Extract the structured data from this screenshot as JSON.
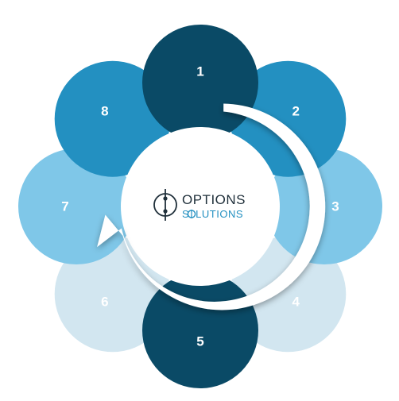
{
  "diagram": {
    "steps": [
      {
        "label": "1",
        "color": "#0a4a66",
        "text_color": "#ffffff"
      },
      {
        "label": "2",
        "color": "#2390c1",
        "text_color": "#ffffff"
      },
      {
        "label": "3",
        "color": "#7fc7e8",
        "text_color": "#ffffff"
      },
      {
        "label": "4",
        "color": "#d2e6f0",
        "text_color": "#ffffff"
      },
      {
        "label": "5",
        "color": "#0a4a66",
        "text_color": "#ffffff"
      },
      {
        "label": "6",
        "color": "#d2e6f0",
        "text_color": "#ffffff"
      },
      {
        "label": "7",
        "color": "#7fc7e8",
        "text_color": "#ffffff"
      },
      {
        "label": "8",
        "color": "#2390c1",
        "text_color": "#ffffff"
      }
    ],
    "draw_order": [
      3,
      5,
      6,
      2,
      7,
      1,
      0,
      4
    ],
    "arrow": {
      "direction": "clockwise",
      "color": "#ffffff"
    }
  },
  "logo": {
    "line1": "OPTIONS",
    "line2_prefix": "S",
    "line2_rest": "LUTIONS",
    "line1_color": "#1f2f3a",
    "line2_color": "#2390c1",
    "icon_color": "#1f2f3a"
  }
}
